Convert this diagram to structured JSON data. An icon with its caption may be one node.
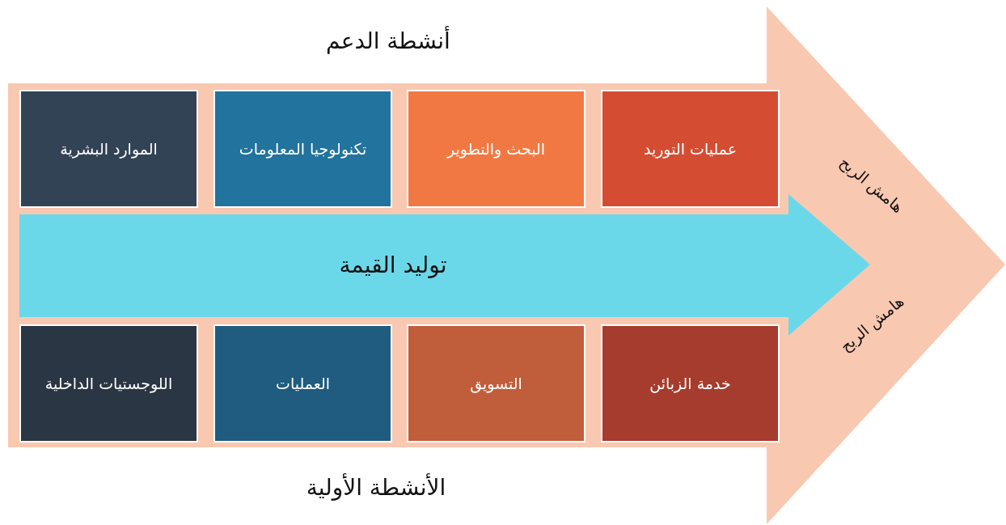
{
  "diagram": {
    "nodes": [
      {
        "text": [
          "أنشطة الدعم",
          "هامش الربح",
          "هامش الربح",
          "الأنشطة الأولية"
        ]
      },
      {
        "text": [
          "عمليات التوريد"
        ],
        "in": 0
      },
      {
        "text": [
          "البحث والتطوير"
        ],
        "in": 0
      },
      {
        "text": [
          "تكنولوجيا المعلومات"
        ],
        "in": 0
      },
      {
        "text": [
          "الموارد البشرية"
        ],
        "in": 0
      },
      {
        "text": [
          "توليد القيمة"
        ],
        "in": 0
      },
      {
        "text": [
          "خدمة الزبائن"
        ],
        "in": 0
      },
      {
        "text": [
          "التسويق"
        ],
        "in": 0
      },
      {
        "text": [
          "العمليات"
        ],
        "in": 0
      },
      {
        "text": [
          "اللوجستيات الداخلية"
        ],
        "in": 0
      }
    ]
  }
}
